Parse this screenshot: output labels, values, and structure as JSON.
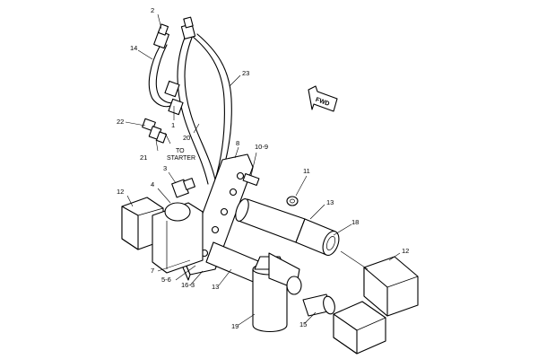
{
  "callouts": {
    "c2": "2",
    "c14": "14",
    "c23": "23",
    "c22": "22",
    "c1": "1",
    "c20": "20",
    "c21": "21",
    "c8": "8",
    "c10_9": "10-9",
    "c11": "11",
    "c3": "3",
    "c4": "4",
    "c12_left": "12",
    "c13_upper": "13",
    "c18": "18",
    "c12_right": "12",
    "c7": "7",
    "c5_6": "5-6",
    "c16_3": "16-3",
    "c13_lower": "13",
    "c19": "19",
    "c15": "15"
  },
  "notes": {
    "to_line1": "TO",
    "to_line2": "STARTER"
  },
  "direction_arrow": {
    "label": "FWD"
  }
}
